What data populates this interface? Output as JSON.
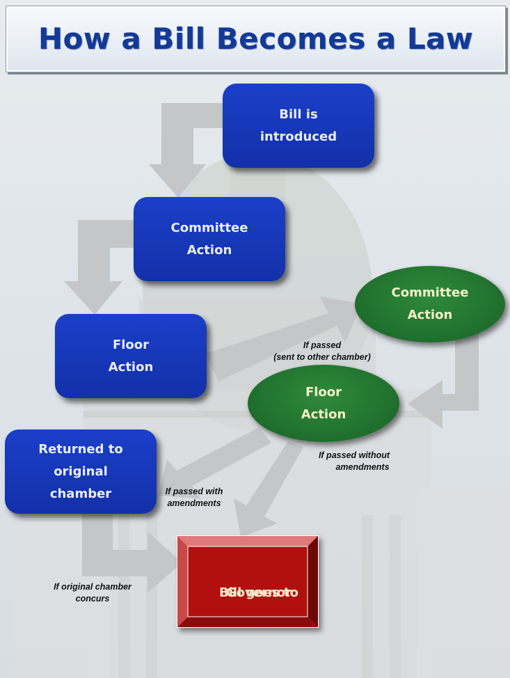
{
  "header": {
    "title": "How a Bill Becomes a Law"
  },
  "nodes": {
    "bill_introduced": {
      "line1": "Bill is",
      "line2": "introduced"
    },
    "committee_action_1": {
      "line1": "Committee",
      "line2": "Action"
    },
    "floor_action_1": {
      "line1": "Floor",
      "line2": "Action"
    },
    "committee_action_2": {
      "line1": "Committee",
      "line2": "Action"
    },
    "floor_action_2": {
      "line1": "Floor",
      "line2": "Action"
    },
    "returned": {
      "line1": "Returned to",
      "line2": "original",
      "line3": "chamber"
    },
    "governor": {
      "line1": "Bill goes to",
      "line2": "Governor"
    }
  },
  "notes": {
    "if_passed": {
      "line1": "If passed",
      "line2": "(sent to other chamber)"
    },
    "passed_without": {
      "line1": "If passed without",
      "line2": "amendments"
    },
    "passed_with": {
      "line1": "If passed with",
      "line2": "amendments"
    },
    "concurs": {
      "line1": "If original chamber",
      "line2": "concurs"
    }
  },
  "colors": {
    "blue_box": "#1a3cc2",
    "green_oval": "#267a33",
    "red_box": "#b21010",
    "arrow": "#c4c6c8",
    "title": "#123a96"
  }
}
